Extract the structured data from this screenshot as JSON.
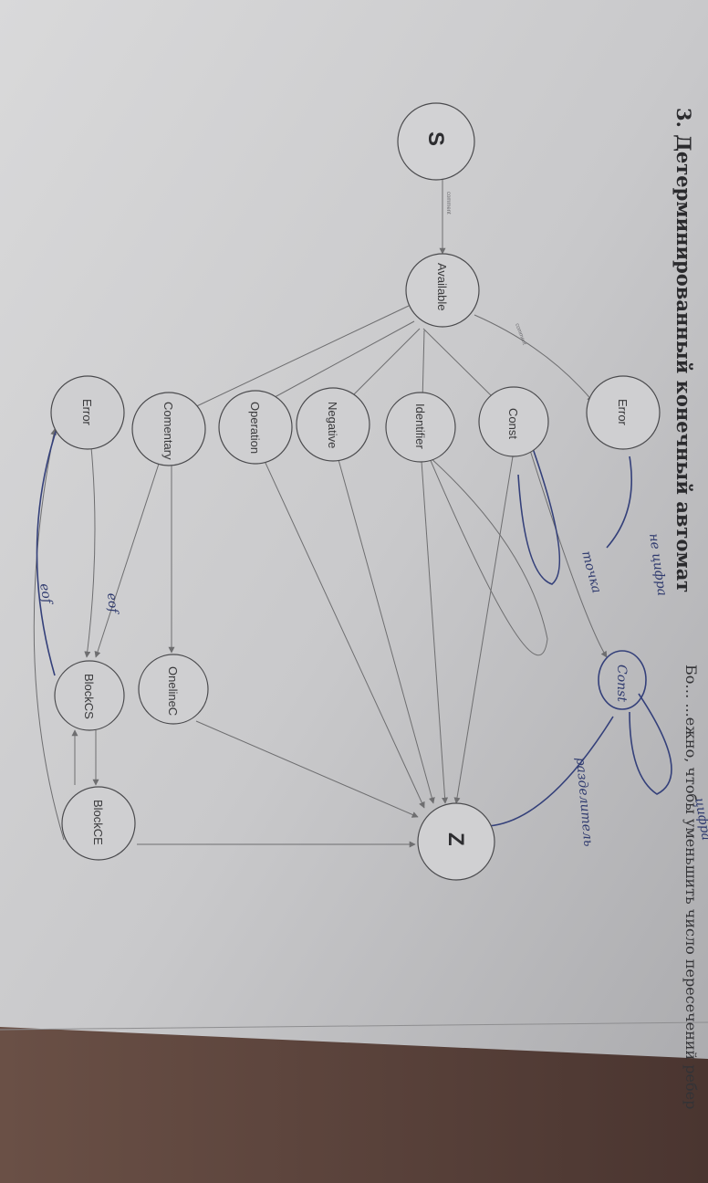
{
  "heading": "3. Детерминированный конечный автомат",
  "footer_text": "Бо… ...ежно, чтобы уменьшить число пересечений ребер",
  "nodes": {
    "s": "S",
    "available": "Available",
    "error_top": "Error",
    "const": "Const",
    "identifier": "Identifier",
    "negative": "Negative",
    "operation": "Operation",
    "comentary": "Comentary",
    "error_bottom": "Error",
    "onelinec": "OnelineC",
    "blockcs": "BlockCS",
    "blockce": "BlockCE",
    "const_handwritten": "Const",
    "z": "Z"
  },
  "handwritten": {
    "ne_cifra": "не цифра",
    "tochka": "точка",
    "cifra": "цифра",
    "razdelitel": "разделитель",
    "eof_1": "eof",
    "eof_2": "eof"
  }
}
